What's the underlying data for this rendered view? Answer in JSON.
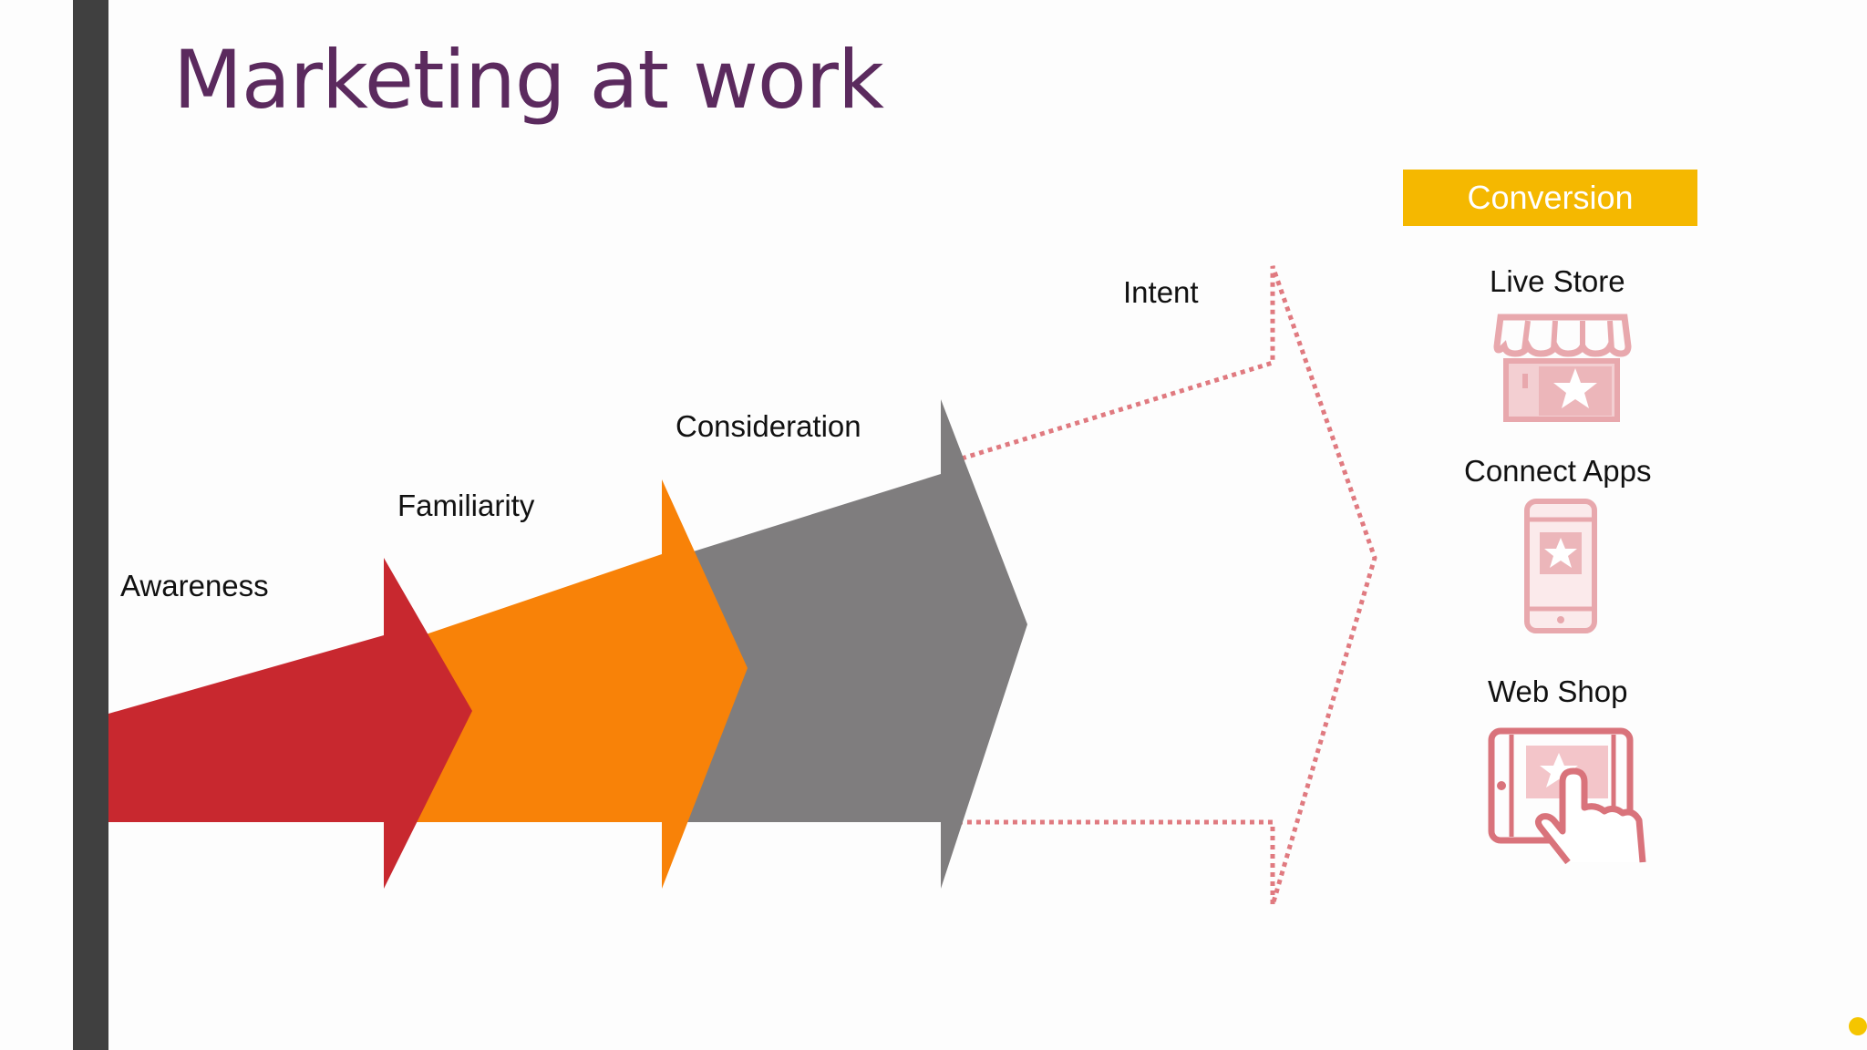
{
  "slide": {
    "title": "Marketing at work"
  },
  "stages": [
    {
      "label": "Awareness",
      "color": "#c8282f"
    },
    {
      "label": "Familiarity",
      "color": "#f88208"
    },
    {
      "label": "Consideration",
      "color": "#7f7d7e"
    },
    {
      "label": "Intent",
      "color": "#e07a80"
    }
  ],
  "conversion": {
    "header": "Conversion",
    "header_color": "#f5b800",
    "channels": [
      {
        "label": "Live Store",
        "icon": "store-icon"
      },
      {
        "label": "Connect Apps",
        "icon": "smartphone-icon"
      },
      {
        "label": "Web Shop",
        "icon": "tablet-touch-icon"
      }
    ],
    "icon_color": "#d9737b"
  }
}
